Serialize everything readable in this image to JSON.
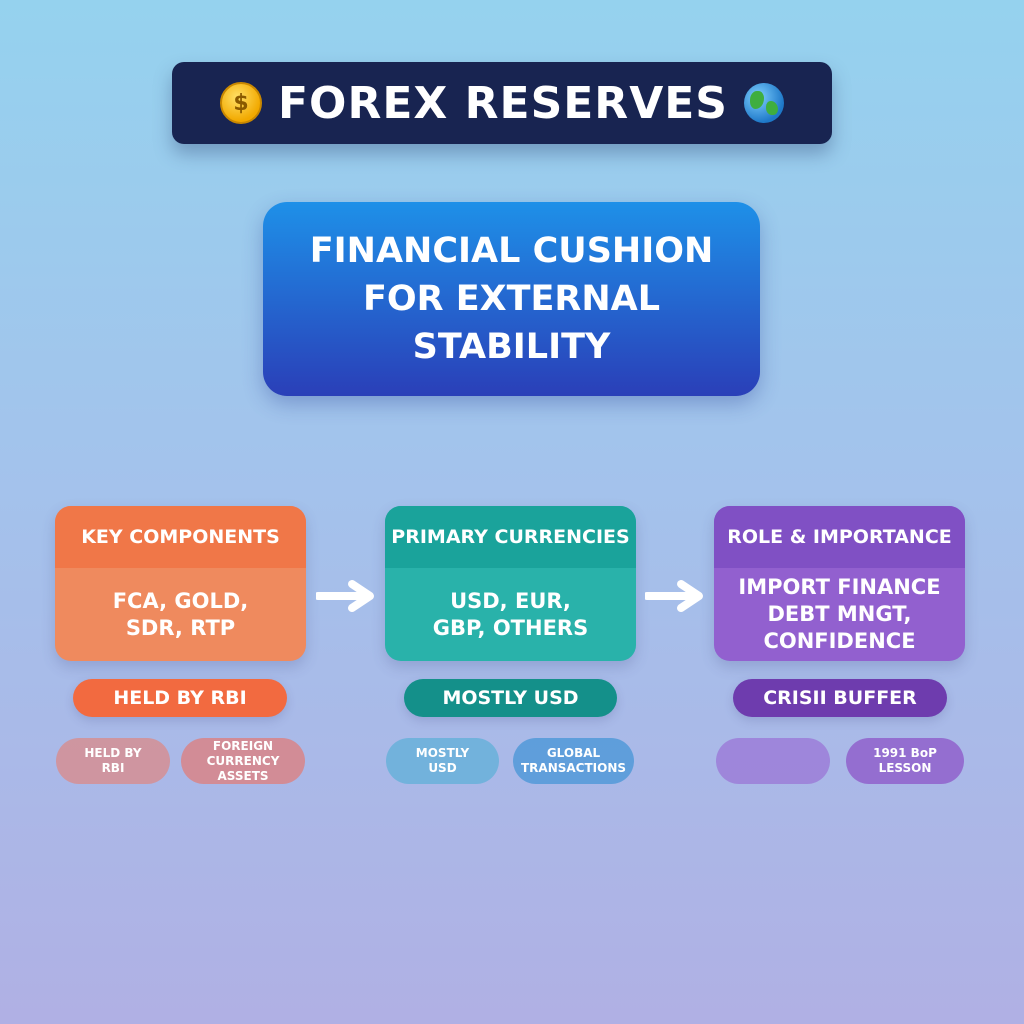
{
  "title": {
    "text": "FOREX RESERVES",
    "left_icon": "coin-icon",
    "right_icon": "globe-icon"
  },
  "center": {
    "text": "FINANCIAL CUSHION FOR EXTERNAL STABILITY"
  },
  "cards": [
    {
      "header": "KEY COMPONENTS",
      "body": "FCA, GOLD, SDR, RTP",
      "pill": "HELD BY RBI",
      "chips": [
        "HELD BY RBI",
        "FOREIGN CURRENCY ASSETS"
      ],
      "color": "#f07748"
    },
    {
      "header": "PRIMARY CURRENCIES",
      "body": "USD, EUR, GBP, OTHERS",
      "pill": "MOSTLY USD",
      "chips": [
        "MOSTLY USD",
        "GLOBAL TRANSACTIONS"
      ],
      "color": "#1aa39b"
    },
    {
      "header": "ROLE & IMPORTANCE",
      "body": "IMPORT FINANCE DEBT MNGT, CONFIDENCE",
      "pill": "CRISII BUFFER",
      "chips": [
        "",
        "1991 BoP LESSON"
      ],
      "color": "#8050c4"
    }
  ],
  "arrows": [
    "arrow-right-icon",
    "arrow-right-icon"
  ]
}
